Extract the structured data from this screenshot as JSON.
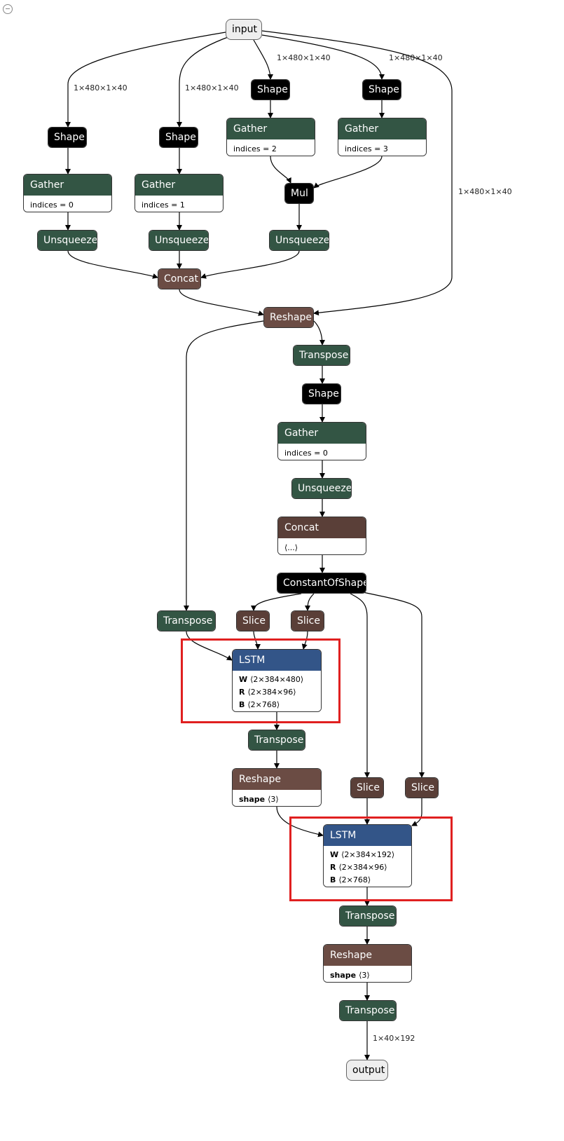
{
  "toolbar": {
    "zoom_icon": "zoom-out-icon"
  },
  "colors": {
    "black": "#000000",
    "green": "#335544",
    "brown": "#6b4c44",
    "dark_brown": "#5a3f38",
    "blue": "#335588",
    "io": "#eeeeee",
    "highlight": "#e02020"
  },
  "nodes": [
    {
      "id": "input",
      "label": "input",
      "kind": "io"
    },
    {
      "id": "shape1",
      "label": "Shape",
      "kind": "black"
    },
    {
      "id": "shape2",
      "label": "Shape",
      "kind": "black"
    },
    {
      "id": "shape3",
      "label": "Shape",
      "kind": "black"
    },
    {
      "id": "shape4",
      "label": "Shape",
      "kind": "black"
    },
    {
      "id": "gather1",
      "label": "Gather",
      "kind": "green",
      "attrs": [
        {
          "key": "",
          "value": "indices = 0"
        }
      ]
    },
    {
      "id": "gather2",
      "label": "Gather",
      "kind": "green",
      "attrs": [
        {
          "key": "",
          "value": "indices = 1"
        }
      ]
    },
    {
      "id": "gather3",
      "label": "Gather",
      "kind": "green",
      "attrs": [
        {
          "key": "",
          "value": "indices = 2"
        }
      ]
    },
    {
      "id": "gather4",
      "label": "Gather",
      "kind": "green",
      "attrs": [
        {
          "key": "",
          "value": "indices = 3"
        }
      ]
    },
    {
      "id": "mul",
      "label": "Mul",
      "kind": "black"
    },
    {
      "id": "unsq1",
      "label": "Unsqueeze",
      "kind": "green"
    },
    {
      "id": "unsq2",
      "label": "Unsqueeze",
      "kind": "green"
    },
    {
      "id": "unsq3",
      "label": "Unsqueeze",
      "kind": "green"
    },
    {
      "id": "concat1",
      "label": "Concat",
      "kind": "brown"
    },
    {
      "id": "reshape1",
      "label": "Reshape",
      "kind": "brown"
    },
    {
      "id": "transpose1",
      "label": "Transpose",
      "kind": "green"
    },
    {
      "id": "shape5",
      "label": "Shape",
      "kind": "black"
    },
    {
      "id": "gather5",
      "label": "Gather",
      "kind": "green",
      "attrs": [
        {
          "key": "",
          "value": "indices = 0"
        }
      ]
    },
    {
      "id": "unsq4",
      "label": "Unsqueeze",
      "kind": "green"
    },
    {
      "id": "concat2",
      "label": "Concat",
      "kind": "dbrown",
      "attrs": [
        {
          "key": "",
          "value": "⟨...⟩"
        }
      ]
    },
    {
      "id": "cos",
      "label": "ConstantOfShape",
      "kind": "black"
    },
    {
      "id": "transpose2",
      "label": "Transpose",
      "kind": "green"
    },
    {
      "id": "slice1",
      "label": "Slice",
      "kind": "dbrown"
    },
    {
      "id": "slice2",
      "label": "Slice",
      "kind": "dbrown"
    },
    {
      "id": "lstm1",
      "label": "LSTM",
      "kind": "blue",
      "attrs": [
        {
          "key": "W",
          "value": "⟨2×384×480⟩"
        },
        {
          "key": "R",
          "value": "⟨2×384×96⟩"
        },
        {
          "key": "B",
          "value": "⟨2×768⟩"
        }
      ]
    },
    {
      "id": "transpose3",
      "label": "Transpose",
      "kind": "green"
    },
    {
      "id": "reshape2",
      "label": "Reshape",
      "kind": "brown",
      "attrs": [
        {
          "key": "shape",
          "value": "⟨3⟩"
        }
      ]
    },
    {
      "id": "slice3",
      "label": "Slice",
      "kind": "dbrown"
    },
    {
      "id": "slice4",
      "label": "Slice",
      "kind": "dbrown"
    },
    {
      "id": "lstm2",
      "label": "LSTM",
      "kind": "blue",
      "attrs": [
        {
          "key": "W",
          "value": "⟨2×384×192⟩"
        },
        {
          "key": "R",
          "value": "⟨2×384×96⟩"
        },
        {
          "key": "B",
          "value": "⟨2×768⟩"
        }
      ]
    },
    {
      "id": "transpose4",
      "label": "Transpose",
      "kind": "green"
    },
    {
      "id": "reshape3",
      "label": "Reshape",
      "kind": "brown",
      "attrs": [
        {
          "key": "shape",
          "value": "⟨3⟩"
        }
      ]
    },
    {
      "id": "transpose5",
      "label": "Transpose",
      "kind": "green"
    },
    {
      "id": "output",
      "label": "output",
      "kind": "io"
    }
  ],
  "edge_labels": [
    "1×480×1×40",
    "1×480×1×40",
    "1×480×1×40",
    "1×480×1×40",
    "1×480×1×40",
    "1×40×192"
  ],
  "highlights": [
    "lstm1",
    "lstm2"
  ]
}
